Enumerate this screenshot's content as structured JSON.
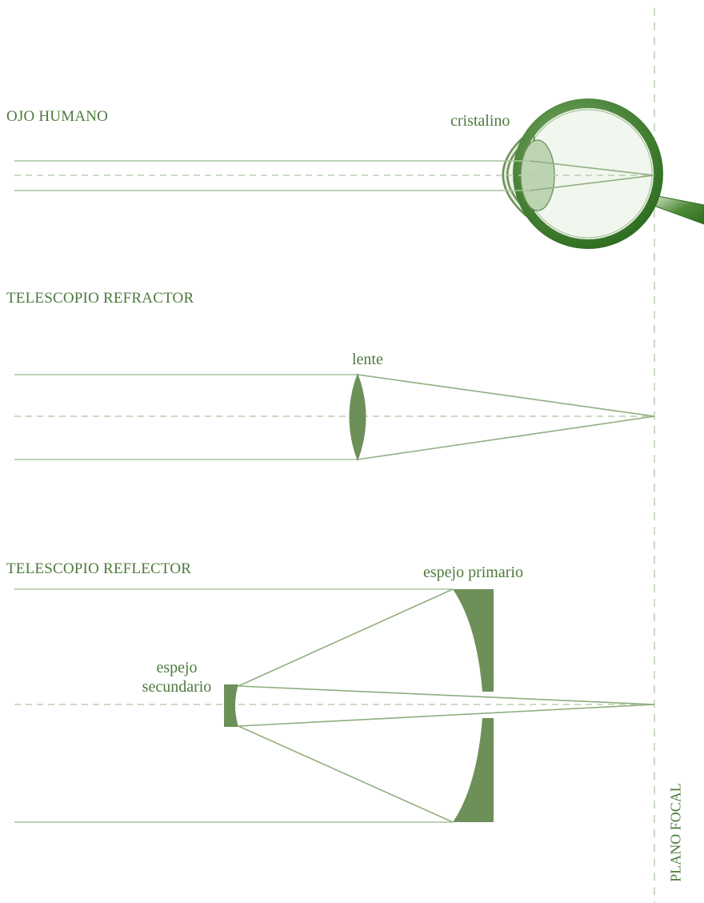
{
  "sections": {
    "eye": {
      "title": "OJO HUMANO",
      "lens_label": "cristalino"
    },
    "refractor": {
      "title": "TELESCOPIO REFRACTOR",
      "lens_label": "lente"
    },
    "reflector": {
      "title": "TELESCOPIO REFLECTOR",
      "primary_label": "espejo primario",
      "secondary_label_line1": "espejo",
      "secondary_label_line2": "secundario"
    }
  },
  "focal_plane_label": "PLANO FOCAL",
  "colors": {
    "ray": "#a9c39b",
    "dash": "#b7cdb0",
    "dark_green": "#3c7a2a",
    "mid_green": "#6d9058",
    "light_green": "#bcd4b2",
    "text": "#4d7a3c"
  }
}
